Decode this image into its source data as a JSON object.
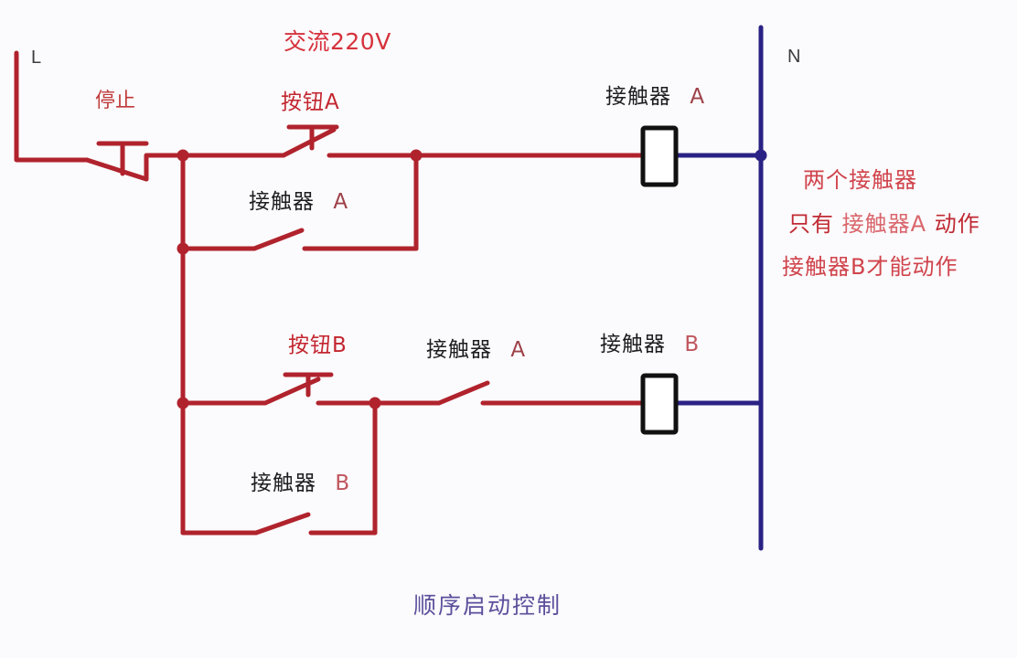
{
  "diagram": {
    "caption": "顺序启动控制",
    "supply_label": "交流220V",
    "terminals": {
      "live": "L",
      "neutral": "N"
    },
    "colors": {
      "live_wire": "#b0232d",
      "neutral_wire": "#2a2185",
      "coil_outline": "#111111",
      "annotation_red": "#d0444c",
      "caption_purple": "#5b4f9c",
      "background": "#fbfafc"
    },
    "components": [
      {
        "id": "stop-button",
        "label": "停止",
        "type": "normally-closed-pushbutton",
        "label_color": "red"
      },
      {
        "id": "start-button-a",
        "label": "按钮A",
        "type": "normally-open-pushbutton",
        "label_color": "red"
      },
      {
        "id": "holding-contact-a",
        "label_main": "接触器",
        "label_suffix": "A",
        "type": "normally-open-contact",
        "label_color": "black"
      },
      {
        "id": "coil-a",
        "label_main": "接触器",
        "label_suffix": "A",
        "type": "contactor-coil",
        "label_color": "black"
      },
      {
        "id": "start-button-b",
        "label": "按钮B",
        "type": "normally-open-pushbutton",
        "label_color": "red"
      },
      {
        "id": "interlock-contact-a",
        "label_main": "接触器",
        "label_suffix": "A",
        "type": "normally-open-contact",
        "label_color": "black"
      },
      {
        "id": "coil-b",
        "label_main": "接触器",
        "label_suffix": "B",
        "type": "contactor-coil",
        "label_color": "black"
      },
      {
        "id": "holding-contact-b",
        "label_main": "接触器",
        "label_suffix": "B",
        "type": "normally-open-contact",
        "label_color": "black"
      }
    ],
    "annotation": {
      "line1": "两个接触器",
      "line2_prefix": "只有 ",
      "line2_mid": "接触器A",
      "line2_suffix": " 动作",
      "line3": "接触器B才能动作"
    }
  }
}
